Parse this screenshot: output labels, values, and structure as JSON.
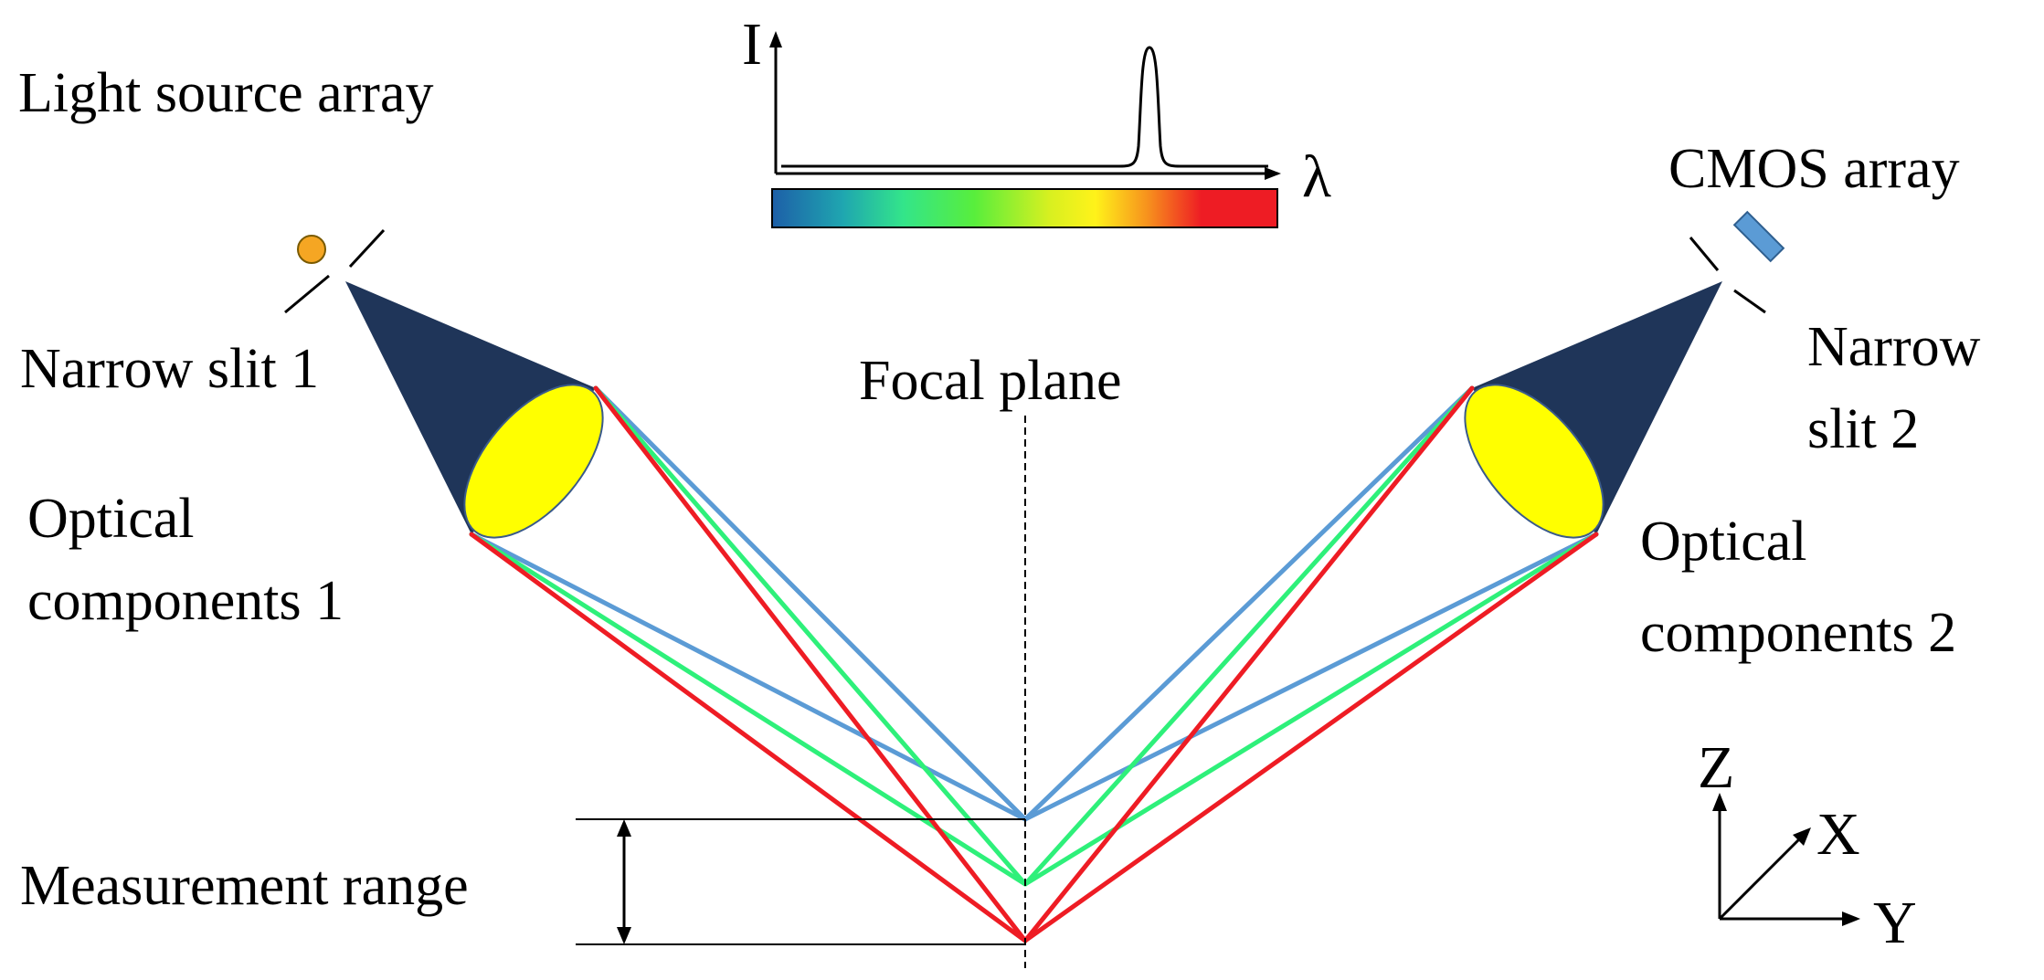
{
  "labels": {
    "light_source_array": "Light source array",
    "narrow_slit_1": "Narrow slit 1",
    "optical_components_1_line1": "Optical",
    "optical_components_1_line2": "components 1",
    "focal_plane": "Focal plane",
    "cmos_array": "CMOS array",
    "narrow_slit_2_line1": "Narrow",
    "narrow_slit_2_line2": "slit 2",
    "optical_components_2_line1": "Optical",
    "optical_components_2_line2": "components 2",
    "measurement_range": "Measurement range"
  },
  "spectrum_inset": {
    "y_axis_label": "I",
    "x_axis_label": "λ"
  },
  "axes": {
    "z": "Z",
    "x": "X",
    "y": "Y"
  },
  "colors": {
    "ray_blue": "#5b9bd5",
    "ray_green": "#2ef07a",
    "ray_red": "#ee1c24",
    "cone_fill": "#1f3559",
    "lens_fill": "#ffff00",
    "source_fill": "#f5a623",
    "cmos_fill": "#5b9bd5"
  }
}
